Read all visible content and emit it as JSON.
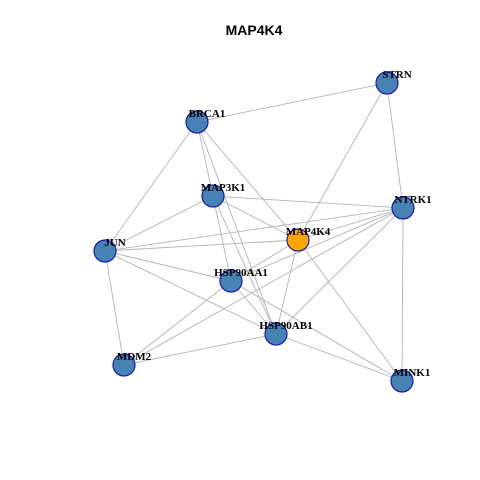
{
  "title": "MAP4K4",
  "colors": {
    "node_fill": "#4682B4",
    "node_stroke": "#1a1aa8",
    "focus_fill": "#FFA500",
    "edge": "#b3b3b3",
    "text": "#000000"
  },
  "nodes": [
    {
      "id": "STRN",
      "label": "STRN",
      "focus": false
    },
    {
      "id": "BRCA1",
      "label": "BRCA1",
      "focus": false
    },
    {
      "id": "MAP3K1",
      "label": "MAP3K1",
      "focus": false
    },
    {
      "id": "NTRK1",
      "label": "NTRK1",
      "focus": false
    },
    {
      "id": "MAP4K4",
      "label": "MAP4K4",
      "focus": true
    },
    {
      "id": "JUN",
      "label": "JUN",
      "focus": false
    },
    {
      "id": "HSP90AA1",
      "label": "HSP90AA1",
      "focus": false
    },
    {
      "id": "HSP90AB1",
      "label": "HSP90AB1",
      "focus": false
    },
    {
      "id": "MDM2",
      "label": "MDM2",
      "focus": false
    },
    {
      "id": "MINK1",
      "label": "MINK1",
      "focus": false
    }
  ],
  "edges": [
    [
      "BRCA1",
      "STRN"
    ],
    [
      "STRN",
      "MAP4K4"
    ],
    [
      "STRN",
      "NTRK1"
    ],
    [
      "BRCA1",
      "MAP3K1"
    ],
    [
      "BRCA1",
      "MAP4K4"
    ],
    [
      "BRCA1",
      "JUN"
    ],
    [
      "BRCA1",
      "HSP90AB1"
    ],
    [
      "MAP3K1",
      "NTRK1"
    ],
    [
      "MAP3K1",
      "MAP4K4"
    ],
    [
      "MAP3K1",
      "JUN"
    ],
    [
      "MAP3K1",
      "HSP90AA1"
    ],
    [
      "MAP3K1",
      "HSP90AB1"
    ],
    [
      "NTRK1",
      "MAP4K4"
    ],
    [
      "NTRK1",
      "HSP90AA1"
    ],
    [
      "NTRK1",
      "HSP90AB1"
    ],
    [
      "NTRK1",
      "MDM2"
    ],
    [
      "NTRK1",
      "MINK1"
    ],
    [
      "NTRK1",
      "JUN"
    ],
    [
      "MAP4K4",
      "JUN"
    ],
    [
      "MAP4K4",
      "HSP90AA1"
    ],
    [
      "MAP4K4",
      "HSP90AB1"
    ],
    [
      "MAP4K4",
      "MINK1"
    ],
    [
      "JUN",
      "HSP90AA1"
    ],
    [
      "JUN",
      "HSP90AB1"
    ],
    [
      "JUN",
      "MDM2"
    ],
    [
      "HSP90AA1",
      "HSP90AB1"
    ],
    [
      "HSP90AA1",
      "MDM2"
    ],
    [
      "HSP90AA1",
      "MINK1"
    ],
    [
      "HSP90AB1",
      "MDM2"
    ],
    [
      "HSP90AB1",
      "MINK1"
    ]
  ]
}
